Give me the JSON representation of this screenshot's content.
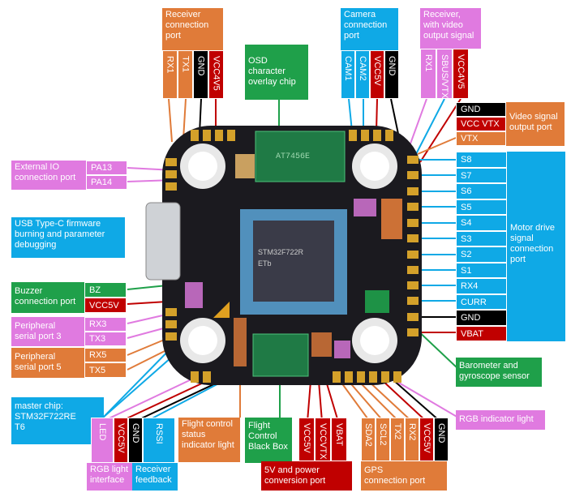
{
  "labels": {
    "receiver_port": "Receiver\nconnection\nport",
    "osd_chip": "OSD\ncharacter\noverlay chip",
    "camera_port": "Camera\nconnection\nport",
    "receiver_video": "Receiver,\nwith video\noutput signal",
    "video_out": "Video signal\noutput port",
    "motor_drive": "Motor drive\nsignal\nconnection\nport",
    "external_io": "External IO\nconnection port",
    "usb": "USB  Type-C  firmware\nburning and parameter\ndebugging",
    "buzzer": "Buzzer\nconnection port",
    "serial3": "Peripheral\nserial port 3",
    "serial5": "Peripheral\nserial port 5",
    "master_chip": "master chip:\nSTM32F722RE\nT6",
    "rgb_interface": "RGB light\ninterface",
    "receiver_feedback": "Receiver\nfeedback",
    "status_light": "Flight control\nstatus\nindicator light",
    "black_box": "Flight\nControl\nBlack Box",
    "power_conv": "5V and power\nconversion port",
    "gps_port": "GPS\nconnection port",
    "barometer": "Barometer and\ngyroscope sensor",
    "rgb_light": "RGB indicator light"
  },
  "pins": {
    "rx_port": [
      "RX1",
      "TX1",
      "GND",
      "VCC4V5"
    ],
    "cam_port": [
      "CAM1",
      "CAM2",
      "VCC5V",
      "GND"
    ],
    "rx_video": [
      "RX1",
      "SBUS/VTX",
      "VCC4V5"
    ],
    "vtx": [
      "GND",
      "VCC VTX",
      "VTX"
    ],
    "motor": [
      "S8",
      "S7",
      "S6",
      "S5",
      "S4",
      "S3",
      "S2",
      "S1",
      "RX4",
      "CURR",
      "GND",
      "VBAT"
    ],
    "io": [
      "PA13",
      "PA14"
    ],
    "buzzer": [
      "BZ",
      "VCC5V"
    ],
    "serial3": [
      "RX3",
      "TX3"
    ],
    "serial5": [
      "RX5",
      "TX5"
    ],
    "rgb": [
      "LED",
      "VCC5V",
      "GND"
    ],
    "rssi": [
      "RSSI"
    ],
    "power": [
      "VCC5V",
      "VCCVTX",
      "VBAT"
    ],
    "gps": [
      "SDA2",
      "SCL2",
      "TX2",
      "RX2",
      "VCC5V",
      "GND"
    ]
  },
  "board_text": {
    "mcu_brand": "STM32F722R",
    "mcu_line": "ETb",
    "osd_chip_text": "AT7456E"
  }
}
